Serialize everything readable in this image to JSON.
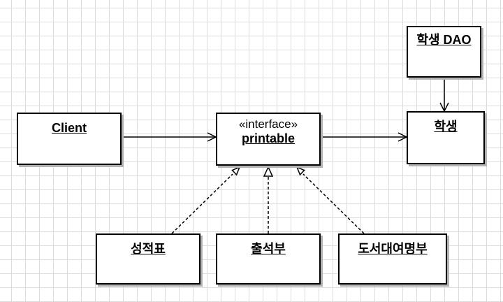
{
  "diagram": {
    "classes": {
      "client": {
        "name": "Client"
      },
      "printable": {
        "stereotype": "«interface»",
        "name": "printable"
      },
      "student": {
        "name": "학생"
      },
      "student_dao": {
        "name": "학생 DAO"
      },
      "grade_report": {
        "name": "성적표"
      },
      "attendance_book": {
        "name": "출석부"
      },
      "book_rental_list": {
        "name": "도서대여명부"
      }
    },
    "relations": [
      {
        "from": "Client",
        "to": "printable",
        "type": "association"
      },
      {
        "from": "printable",
        "to": "학생",
        "type": "association"
      },
      {
        "from": "학생 DAO",
        "to": "학생",
        "type": "association"
      },
      {
        "from": "성적표",
        "to": "printable",
        "type": "realization"
      },
      {
        "from": "출석부",
        "to": "printable",
        "type": "realization"
      },
      {
        "from": "도서대여명부",
        "to": "printable",
        "type": "realization"
      }
    ]
  }
}
